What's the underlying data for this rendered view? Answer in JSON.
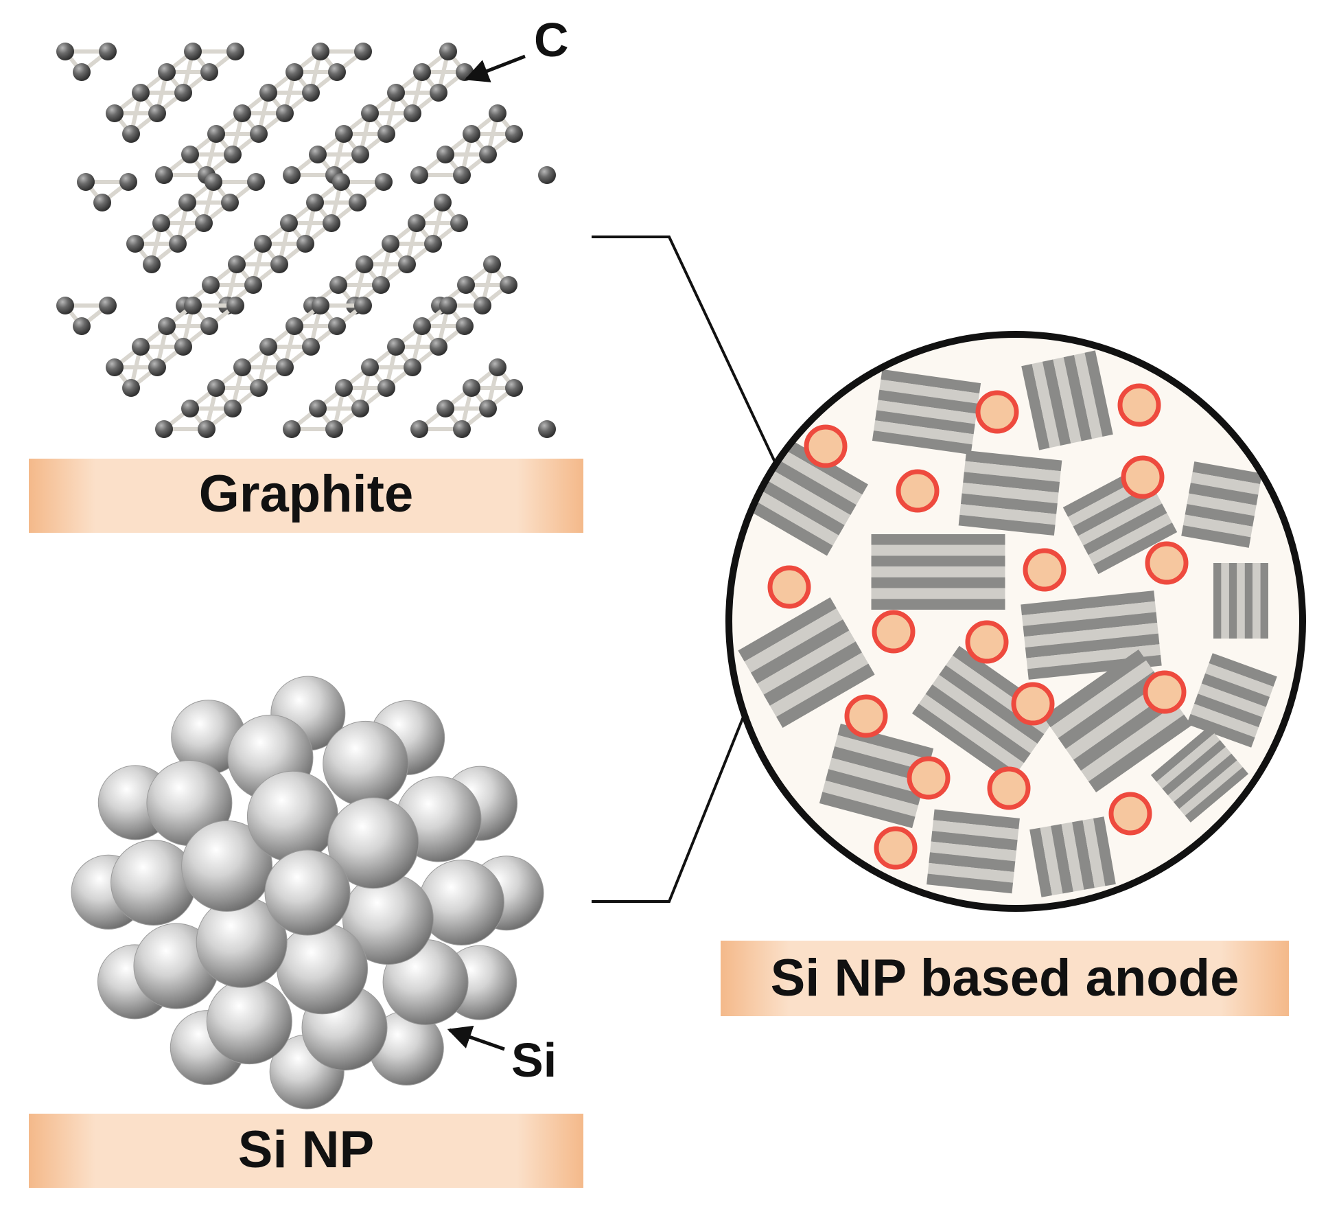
{
  "labels": {
    "graphite": "Graphite",
    "si_np": "Si NP",
    "anode": "Si NP based anode",
    "carbon_atom": "C",
    "silicon_atom": "Si"
  },
  "colors": {
    "label_bar": "#f7c9a2",
    "carbon_atom": "#5f5f5f",
    "bond": "#d9d6cf",
    "silicon_atom": "#b4b4b4",
    "si_particle_fill": "#f6c79f",
    "si_particle_stroke": "#ee4a3e",
    "graphite_flake_dark": "#8a8a88",
    "graphite_flake_light": "#cfcdc8",
    "anode_background": "#fcf8f2",
    "outline": "#111111"
  },
  "icons": {
    "carbon_pointer": "arrow-icon",
    "silicon_pointer": "arrow-icon"
  }
}
